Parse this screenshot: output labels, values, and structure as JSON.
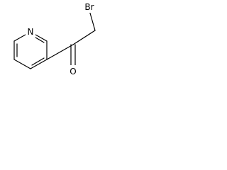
{
  "molecule": {
    "atoms": {
      "nitrogen": "N",
      "bromine": "Br",
      "oxygen": "O"
    },
    "colors": {
      "bond": "#000000",
      "background": "#ffffff"
    }
  }
}
